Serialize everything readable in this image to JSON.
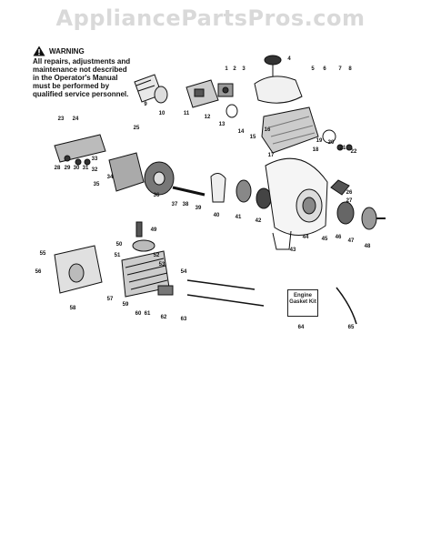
{
  "watermark": "AppliancePartsPros.com",
  "warning": {
    "title": "WARNING",
    "text": "All repairs, adjustments and maintenance not described in the Operator's Manual must be performed by qualified service personnel."
  },
  "kit_label": "Engine Gasket Kit",
  "part_numbers": [
    "1",
    "2",
    "3",
    "4",
    "5",
    "6",
    "7",
    "8",
    "9",
    "10",
    "11",
    "12",
    "13",
    "14",
    "15",
    "16",
    "17",
    "18",
    "19",
    "20",
    "21",
    "22",
    "23",
    "24",
    "25",
    "26",
    "27",
    "28",
    "29",
    "30",
    "31",
    "32",
    "33",
    "34",
    "35",
    "36",
    "37",
    "38",
    "39",
    "40",
    "41",
    "42",
    "43",
    "44",
    "45",
    "46",
    "47",
    "48",
    "49",
    "50",
    "51",
    "52",
    "53",
    "54",
    "55",
    "56",
    "57",
    "58",
    "59",
    "60",
    "61",
    "62",
    "63",
    "64",
    "65"
  ]
}
